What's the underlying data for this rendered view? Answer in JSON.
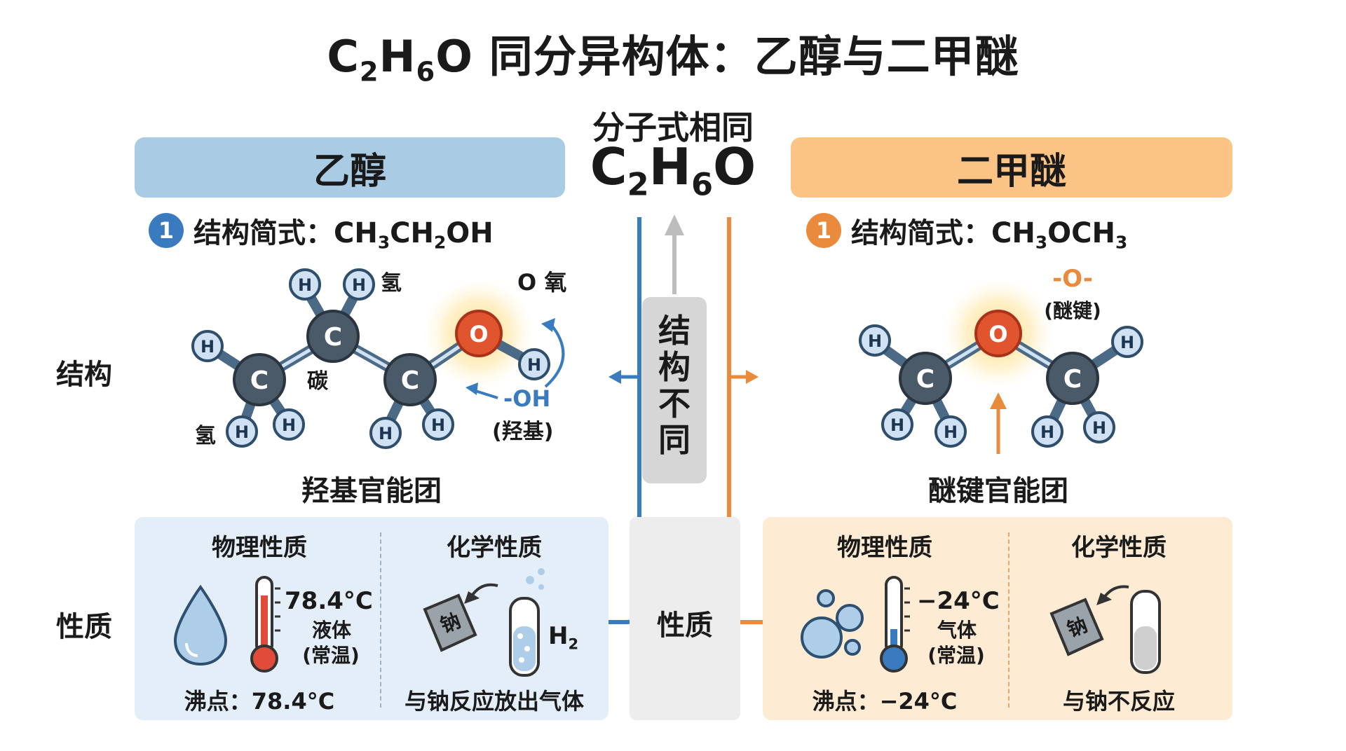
{
  "title": {
    "formula_main": "C",
    "sub1": "2",
    "mid": "H",
    "sub2": "6",
    "tail": "O 同分异构体：乙醇与二甲醚"
  },
  "center": {
    "label": "分子式相同",
    "formula": {
      "c": "C",
      "s1": "2",
      "h": "H",
      "s2": "6",
      "o": "O"
    },
    "structure_diff": [
      "结",
      "构",
      "不",
      "同"
    ],
    "property_label": "性质"
  },
  "rows": {
    "structure": "结构",
    "property": "性质"
  },
  "left": {
    "header": "乙醇",
    "badge": "1",
    "formula_label": "结构简式：",
    "formula": {
      "a": "CH",
      "s1": "3",
      "b": "CH",
      "s2": "2",
      "c": "OH"
    },
    "atoms": {
      "C": "C",
      "H": "H",
      "O": "O"
    },
    "labels": {
      "hydrogen": "氢",
      "carbon": "碳",
      "oxygen": "O 氧",
      "hydroxyl": "-OH",
      "hydroxyl_name": "(羟基)"
    },
    "caption": "羟基官能团",
    "physical": {
      "title": "物理性质",
      "temp": "78.4°C",
      "state": "液体",
      "cond": "(常温)",
      "boiling": "沸点：78.4°C"
    },
    "chemical": {
      "title": "化学性质",
      "sodium": "钠",
      "gas": "H",
      "gas_sub": "2",
      "result": "与钠反应放出气体"
    }
  },
  "right": {
    "header": "二甲醚",
    "badge": "1",
    "formula_label": "结构简式：",
    "formula": {
      "a": "CH",
      "s1": "3",
      "b": "OCH",
      "s2": "3"
    },
    "atoms": {
      "C": "C",
      "H": "H",
      "O": "O"
    },
    "labels": {
      "ether": "-O-",
      "ether_name": "(醚键)"
    },
    "caption": "醚键官能团",
    "physical": {
      "title": "物理性质",
      "temp": "−24°C",
      "state": "气体",
      "cond": "(常温)",
      "boiling": "沸点：−24°C"
    },
    "chemical": {
      "title": "化学性质",
      "sodium": "钠",
      "result": "与钠不反应"
    }
  },
  "colors": {
    "left_header": "#a9cbe3",
    "right_header": "#fbc384",
    "left_panel": "#e3eef8",
    "right_panel": "#fdebd4",
    "blue_line": "#3a7bbf",
    "orange_line": "#ea8a3c",
    "carbon": "#4a5a68",
    "hydrogen_fill": "#cfe1f3",
    "oxygen": "#e0552d"
  }
}
